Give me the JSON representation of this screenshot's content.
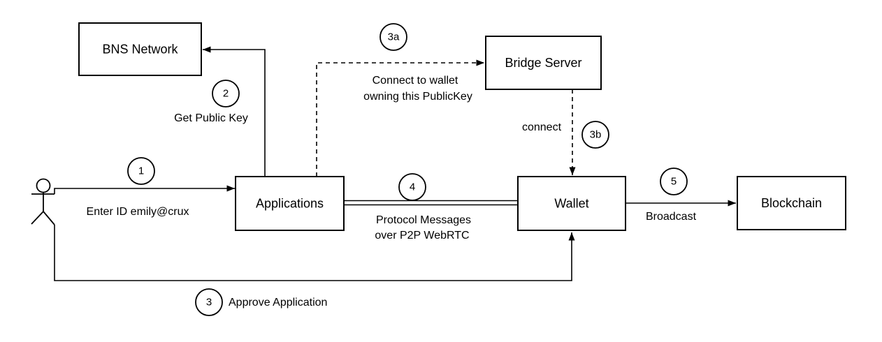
{
  "diagram": {
    "background": "#ffffff",
    "line_color": "#000000",
    "icons": {
      "actor": "person-stick-figure-icon"
    },
    "nodes": {
      "bns_network": {
        "label": "BNS Network",
        "text_color": "#000000"
      },
      "applications": {
        "label": "Applications",
        "text_color": "#000000"
      },
      "bridge_server": {
        "label": "Bridge Server",
        "text_color": "#1d1de0"
      },
      "wallet": {
        "label": "Wallet",
        "text_color": "#000000"
      },
      "blockchain": {
        "label": "Blockchain",
        "text_color": "#000000"
      }
    },
    "steps": [
      {
        "id": "1",
        "badge": "1",
        "label": "Enter ID emily@crux"
      },
      {
        "id": "2",
        "badge": "2",
        "label": "Get Public Key"
      },
      {
        "id": "3",
        "badge": "3",
        "label": "Approve Application"
      },
      {
        "id": "3a",
        "badge": "3a",
        "label_lines": [
          "Connect to wallet",
          "owning this PublicKey"
        ]
      },
      {
        "id": "3b",
        "badge": "3b",
        "label": "connect"
      },
      {
        "id": "4",
        "badge": "4",
        "label_lines": [
          "Protocol Messages",
          "over P2P WebRTC"
        ]
      },
      {
        "id": "5",
        "badge": "5",
        "label": "Broadcast"
      }
    ],
    "edges": [
      {
        "step": "1",
        "from": "user",
        "to": "applications",
        "style": "solid-arrow"
      },
      {
        "step": "2",
        "from": "applications",
        "to": "bns_network",
        "style": "solid-arrow"
      },
      {
        "step": "3",
        "from": "user",
        "to": "wallet",
        "style": "solid-arrow"
      },
      {
        "step": "3a",
        "from": "applications",
        "to": "bridge_server",
        "style": "dashed-arrow"
      },
      {
        "step": "3b",
        "from": "bridge_server",
        "to": "wallet",
        "style": "dashed-arrow"
      },
      {
        "step": "4",
        "from": "applications",
        "to": "wallet",
        "style": "double-line"
      },
      {
        "step": "5",
        "from": "wallet",
        "to": "blockchain",
        "style": "solid-arrow"
      }
    ]
  }
}
